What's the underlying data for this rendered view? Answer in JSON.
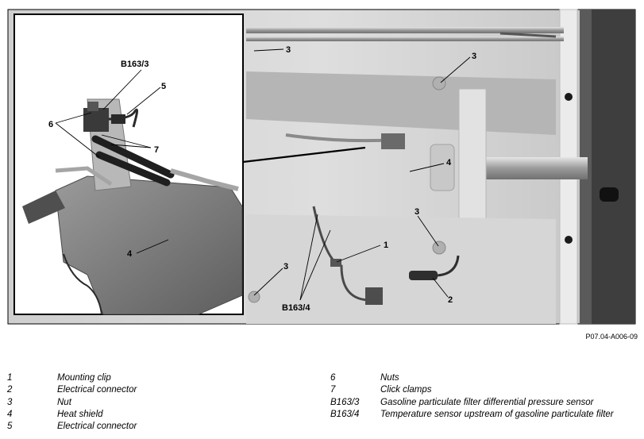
{
  "figure": {
    "id_label": "P07.04-A006-09",
    "callouts": {
      "inset_b163_3": "B163/3",
      "inset_5": "5",
      "inset_6": "6",
      "inset_7": "7",
      "inset_4": "4",
      "main_3_topleft": "3",
      "main_3_top": "3",
      "main_4": "4",
      "main_3_mid": "3",
      "main_1": "1",
      "main_3_bottom": "3",
      "main_b163_4": "B163/4",
      "main_2": "2"
    }
  },
  "legend": {
    "left": [
      {
        "code": "1",
        "desc": "Mounting clip"
      },
      {
        "code": "2",
        "desc": "Electrical connector"
      },
      {
        "code": "3",
        "desc": "Nut"
      },
      {
        "code": "4",
        "desc": "Heat shield"
      },
      {
        "code": "5",
        "desc": "Electrical connector"
      }
    ],
    "right": [
      {
        "code": "6",
        "desc": "Nuts"
      },
      {
        "code": "7",
        "desc": "Click clamps"
      },
      {
        "code": "B163/3",
        "desc": "Gasoline particulate filter differential pressure sensor"
      },
      {
        "code": "B163/4",
        "desc": "Temperature sensor upstream of gasoline particulate filter"
      }
    ]
  }
}
